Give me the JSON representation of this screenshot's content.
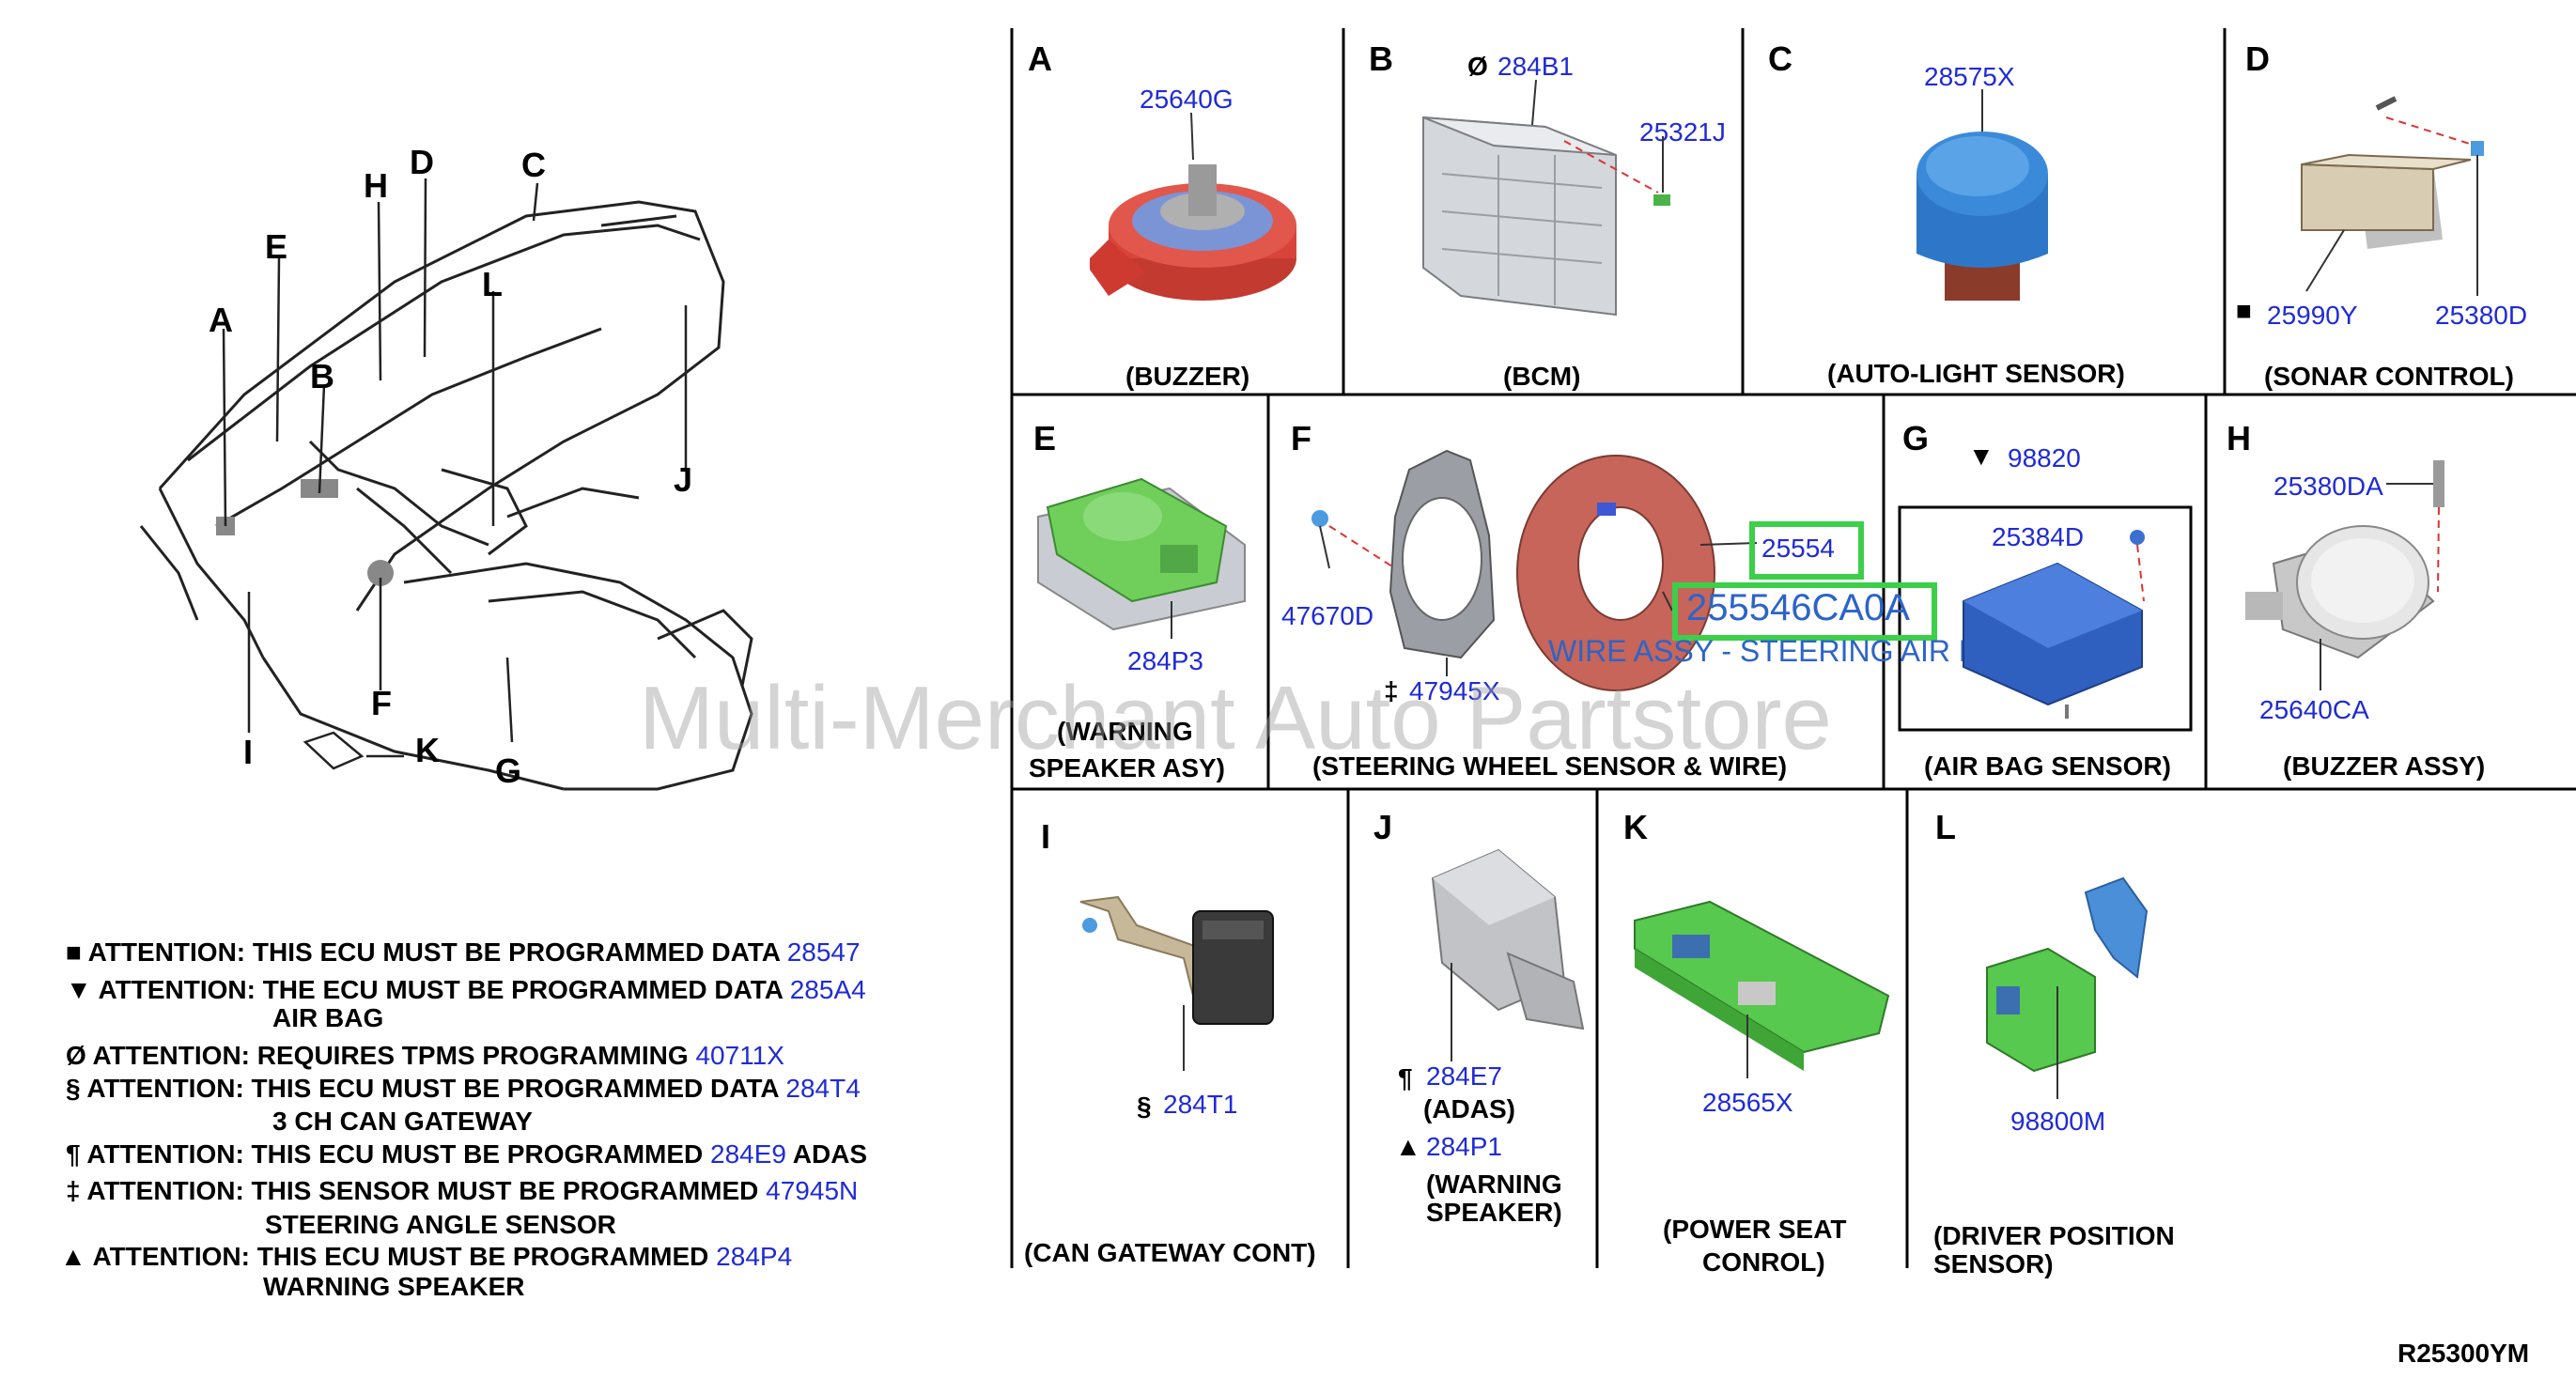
{
  "watermark": "Multi-Merchant Auto Partstore",
  "diagram_code": "R25300YM",
  "overview": {
    "letters": [
      "A",
      "B",
      "C",
      "D",
      "E",
      "F",
      "G",
      "H",
      "I",
      "J",
      "K",
      "L"
    ]
  },
  "panels": {
    "A": {
      "letter": "A",
      "parts": [
        "25640G"
      ],
      "caption": "(BUZZER)"
    },
    "B": {
      "letter": "B",
      "parts": [
        "284B1",
        "25321J"
      ],
      "symbols": [
        "Ø"
      ],
      "caption": "(BCM)"
    },
    "C": {
      "letter": "C",
      "parts": [
        "28575X"
      ],
      "caption": "(AUTO-LIGHT SENSOR)"
    },
    "D": {
      "letter": "D",
      "parts": [
        "25990Y",
        "25380D"
      ],
      "symbols": [
        "■"
      ],
      "caption": "(SONAR CONTROL)"
    },
    "E": {
      "letter": "E",
      "parts": [
        "284P3"
      ],
      "caption_line1": "(WARNING",
      "caption_line2": "SPEAKER ASY)"
    },
    "F": {
      "letter": "F",
      "parts": [
        "47670D",
        "47945X",
        "25554",
        "255546CA0A"
      ],
      "symbols": [
        "‡"
      ],
      "subtitle": "WIRE ASSY - STEERING AIR BAG",
      "caption": "(STEERING WHEEL SENSOR & WIRE)"
    },
    "G": {
      "letter": "G",
      "parts": [
        "98820",
        "25384D"
      ],
      "symbols": [
        "▼"
      ],
      "caption": "(AIR BAG SENSOR)"
    },
    "H": {
      "letter": "H",
      "parts": [
        "25380DA",
        "25640CA"
      ],
      "caption": "(BUZZER ASSY)"
    },
    "I": {
      "letter": "I",
      "parts": [
        "284T1"
      ],
      "symbols": [
        "§"
      ],
      "caption": "(CAN GATEWAY CONT)"
    },
    "J": {
      "letter": "J",
      "parts": [
        "284E7",
        "284P1"
      ],
      "symbols": [
        "¶",
        "▲"
      ],
      "sub1": "(ADAS)",
      "sub2_line1": "(WARNING",
      "sub2_line2": "SPEAKER)"
    },
    "K": {
      "letter": "K",
      "parts": [
        "28565X"
      ],
      "caption_line1": "(POWER SEAT",
      "caption_line2": "CONROL)"
    },
    "L": {
      "letter": "L",
      "parts": [
        "98800M"
      ],
      "caption_line1": "(DRIVER POSITION",
      "caption_line2": "SENSOR)"
    }
  },
  "notes": [
    {
      "symbol": "■",
      "text": "ATTENTION: THIS ECU MUST BE PROGRAMMED DATA",
      "part": "28547",
      "line2": ""
    },
    {
      "symbol": "▼",
      "text": "ATTENTION: THE ECU MUST BE PROGRAMMED DATA",
      "part": "285A4",
      "line2": "AIR BAG"
    },
    {
      "symbol": "Ø",
      "text": "ATTENTION: REQUIRES TPMS PROGRAMMING",
      "part": "40711X",
      "line2": ""
    },
    {
      "symbol": "§",
      "text": "ATTENTION: THIS ECU MUST BE PROGRAMMED DATA",
      "part": "284T4",
      "line2": "3 CH CAN GATEWAY"
    },
    {
      "symbol": "¶",
      "text": "ATTENTION: THIS ECU MUST BE PROGRAMMED",
      "part": "284E9",
      "suffix": "ADAS",
      "line2": ""
    },
    {
      "symbol": "‡",
      "text": "ATTENTION: THIS SENSOR MUST BE PROGRAMMED",
      "part": "47945N",
      "line2": "STEERING ANGLE SENSOR"
    },
    {
      "symbol": "▲",
      "text": "ATTENTION: THIS ECU MUST BE PROGRAMMED",
      "part": "284P4",
      "line2": "WARNING SPEAKER"
    }
  ],
  "colors": {
    "part_number": "#1f2bd6",
    "highlight": "#3ccf4a",
    "buzzer_red": "#d9443a",
    "buzzer_blue": "#6b8fd9",
    "light_sensor_blue": "#3b8ad9",
    "speaker_green": "#6fcf5a",
    "airbag_blue": "#3b6fd0",
    "module_green": "#57c94e"
  }
}
